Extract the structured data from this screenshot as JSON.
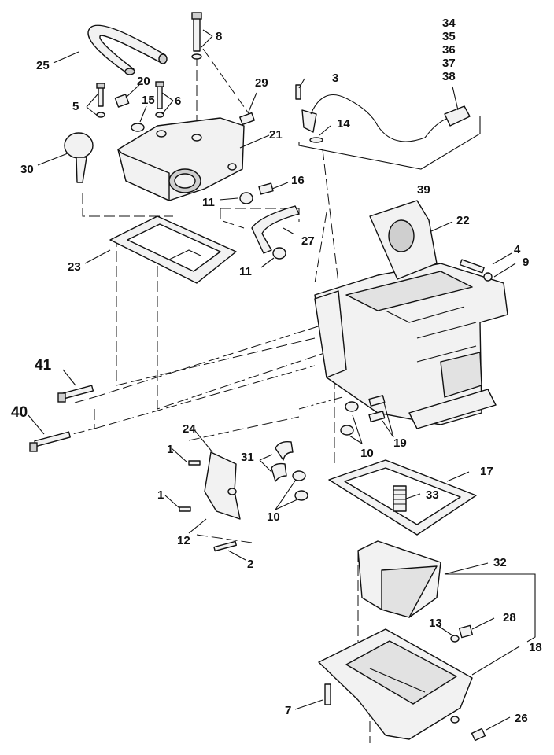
{
  "callouts": {
    "c1a": "1",
    "c1b": "1",
    "c2": "2",
    "c3": "3",
    "c4": "4",
    "c5": "5",
    "c6": "6",
    "c7": "7",
    "c8": "8",
    "c9": "9",
    "c10a": "10",
    "c10b": "10",
    "c11a": "11",
    "c11b": "11",
    "c12": "12",
    "c13": "13",
    "c14": "14",
    "c15": "15",
    "c16": "16",
    "c17": "17",
    "c18": "18",
    "c19": "19",
    "c20": "20",
    "c21": "21",
    "c22": "22",
    "c23": "23",
    "c24": "24",
    "c25": "25",
    "c26": "26",
    "c27": "27",
    "c28": "28",
    "c29": "29",
    "c30": "30",
    "c31": "31",
    "c32": "32",
    "c33": "33",
    "c34": "34",
    "c35": "35",
    "c36": "36",
    "c37": "37",
    "c38": "38",
    "c39": "39",
    "c40": "40",
    "c41": "41"
  }
}
